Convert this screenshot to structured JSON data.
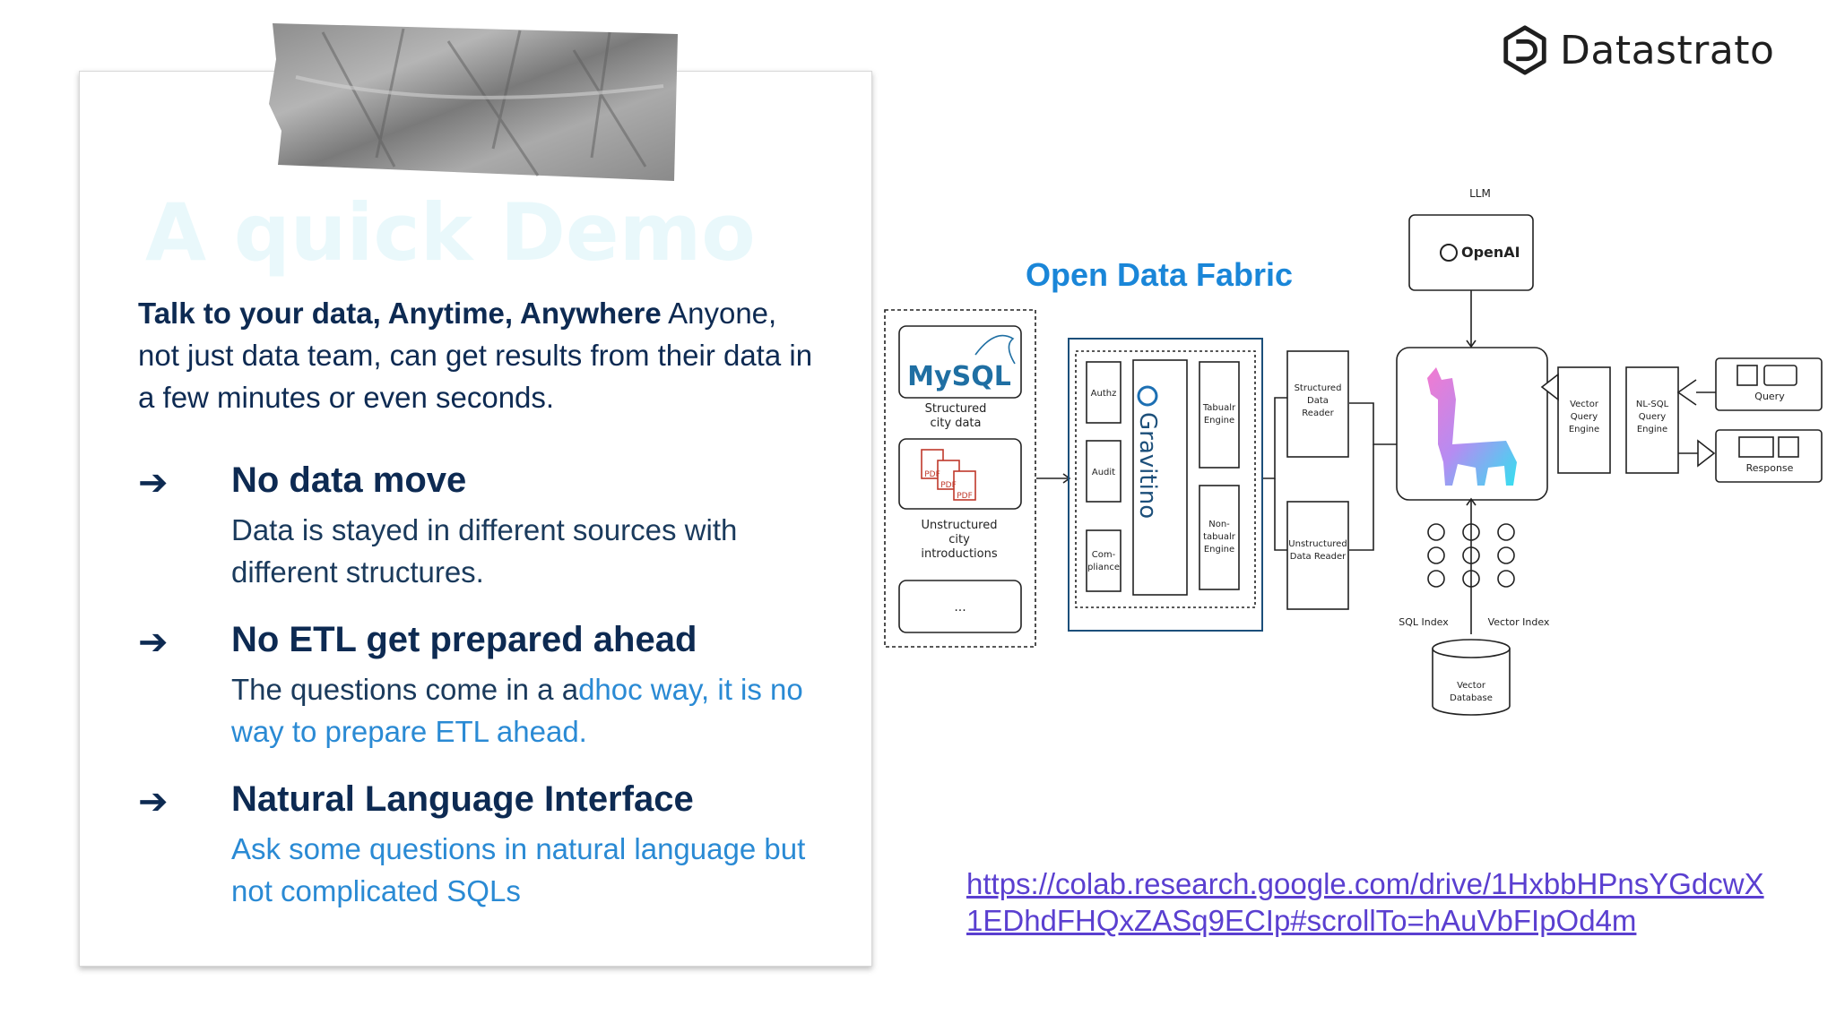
{
  "brand": {
    "name": "Datastrato"
  },
  "card": {
    "ghost_title": "A quick Demo",
    "intro_bold": "Talk to your data, Anytime, Anywhere",
    "intro_rest": " Anyone, not just data team, can get results from their data in a few minutes or even seconds.",
    "bullets": [
      {
        "arrow": "➔",
        "title": "No data move",
        "desc": "Data is stayed in different sources with different structures."
      },
      {
        "arrow": "➔",
        "title": "No ETL get prepared ahead",
        "desc_a": "The questions come in a a",
        "desc_b": "dhoc way,  it is no way to prepare ETL ahead."
      },
      {
        "arrow": "➔",
        "title": "Natural Language Interface",
        "desc": "Ask some questions in natural language but not complicated SQLs"
      }
    ]
  },
  "diagram": {
    "title": "Open Data Fabric",
    "mysql_logo": "MySQL",
    "structured_source": [
      "Structured",
      "city data"
    ],
    "unstructured_source": [
      "Unstructured",
      "city",
      "introductions"
    ],
    "more": "...",
    "pdf": "PDF",
    "gravitino_side": [
      "Authz",
      "Audit",
      "Com-",
      "pliance"
    ],
    "gravitino": "Gravitino",
    "engines": [
      [
        "Tabualr",
        "Engine"
      ],
      [
        "Non-",
        "tabualr",
        "Engine"
      ]
    ],
    "readers": [
      [
        "Structured",
        "Data",
        "Reader"
      ],
      [
        "Unstructured",
        "Data Reader"
      ]
    ],
    "llm_label": "LLM",
    "openai": "OpenAI",
    "query_engines": [
      [
        "Vector",
        "Query",
        "Engine"
      ],
      [
        "NL-SQL",
        "Query",
        "Engine"
      ]
    ],
    "query": "Query",
    "response": "Response",
    "sql_index": "SQL Index",
    "vector_index": "Vector Index",
    "vector_db": [
      "Vector",
      "Database"
    ]
  },
  "link": {
    "url": "https://colab.research.google.com/drive/1HxbbHPnsYGdcwX1EDhdFHQxZASq9ECIp#scrollTo=hAuVbFIpOd4m"
  }
}
